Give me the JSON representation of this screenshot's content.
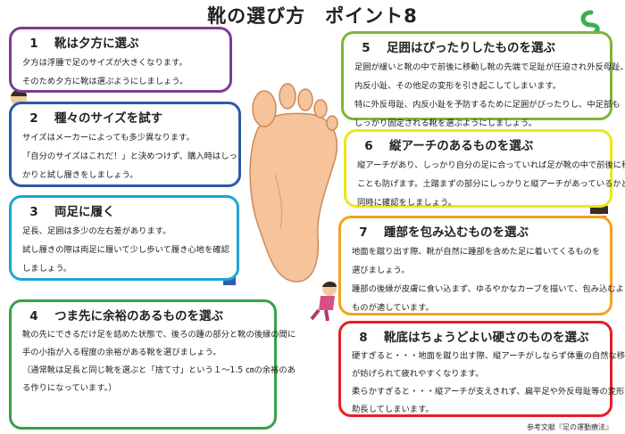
{
  "title": "靴の選び方　ポイント8",
  "points": [
    {
      "num": "1",
      "heading": "靴は夕方に選ぶ",
      "lines": [
        "夕方は浮腫で足のサイズが大きくなります。",
        "そのため夕方に靴は選ぶようにしましょう。"
      ]
    },
    {
      "num": "2",
      "heading": "種々のサイズを試す",
      "lines": [
        "サイズはメーカーによっても多少異なります。",
        "「自分のサイズはこれだ！」と決めつけず、購入時はしっ",
        "かりと試し履きをしましょう。"
      ]
    },
    {
      "num": "3",
      "heading": "両足に履く",
      "lines": [
        "足長、足囲は多少の左右差があります。",
        "試し履きの際は両足に履いて少し歩いて履き心地を確認",
        "しましょう。"
      ]
    },
    {
      "num": "4",
      "heading": "つま先に余裕のあるものを選ぶ",
      "lines": [
        "靴の先にできるだけ足を詰めた状態で、後ろの踵の部分と靴の後縁の間に",
        "手の小指が入る程度の余裕がある靴を選びましょう。",
        "（通常靴は足長と同じ靴を選ぶと「捨て寸」という１～1.5 ㎝の余裕のあ",
        "る作りになっています。）"
      ]
    },
    {
      "num": "5",
      "heading": "足囲はぴったりしたものを選ぶ",
      "lines": [
        "足囲が緩いと靴の中で前後に移動し靴の先端で足趾が圧迫され外反母趾、",
        "内反小趾、その他足の変形を引き起こしてしまいます。",
        "特に外反母趾、内反小趾を予防するために足囲がぴったりし、中足部も",
        "しっかり固定される靴を選ぶようにしましょう。"
      ]
    },
    {
      "num": "6",
      "heading": "縦アーチのあるものを選ぶ",
      "lines": [
        "縦アーチがあり、しっかり自分の足に合っていれば足が靴の中で前後に移動する",
        "ことも防げます。土踏まずの部分にしっかりと縦アーチがあっているかどうかも",
        "同時に確認をしましょう。"
      ]
    },
    {
      "num": "7",
      "heading": "踵部を包み込むものを選ぶ",
      "lines": [
        "地面を蹴り出す際、靴が自然に踵部を含めた足に着いてくるものを",
        "選びましょう。",
        "踵部の後縁が皮膚に食い込まず、ゆるやかなカーブを描いて、包み込むような",
        "ものが適しています。"
      ]
    },
    {
      "num": "8",
      "heading": "靴底はちょうどよい硬さのものを選ぶ",
      "lines": [
        "硬すぎると・・・地面を蹴り出す際、縦アーチがしならず体重の自然な移動",
        "が妨げられて疲れやすくなります。",
        "柔らかすぎると・・・縦アーチが支えきれず、扁平足や外反母趾等の変形を",
        "助長してしまいます。"
      ]
    }
  ],
  "footnote": "参考文献『足の運動療法』",
  "colors": {
    "p1": "#7e3a96",
    "p2": "#2a5aa8",
    "p3": "#1aa7d4",
    "p4": "#35a248",
    "p5": "#7ab738",
    "p6": "#efe51a",
    "p7": "#f5a31a",
    "p8": "#e51f24",
    "foot_skin": "#f6c39a",
    "logo": "#3cb04a"
  },
  "icons": [
    "footprints-icon",
    "logo-icon",
    "foot-illustration",
    "child-illustration"
  ]
}
